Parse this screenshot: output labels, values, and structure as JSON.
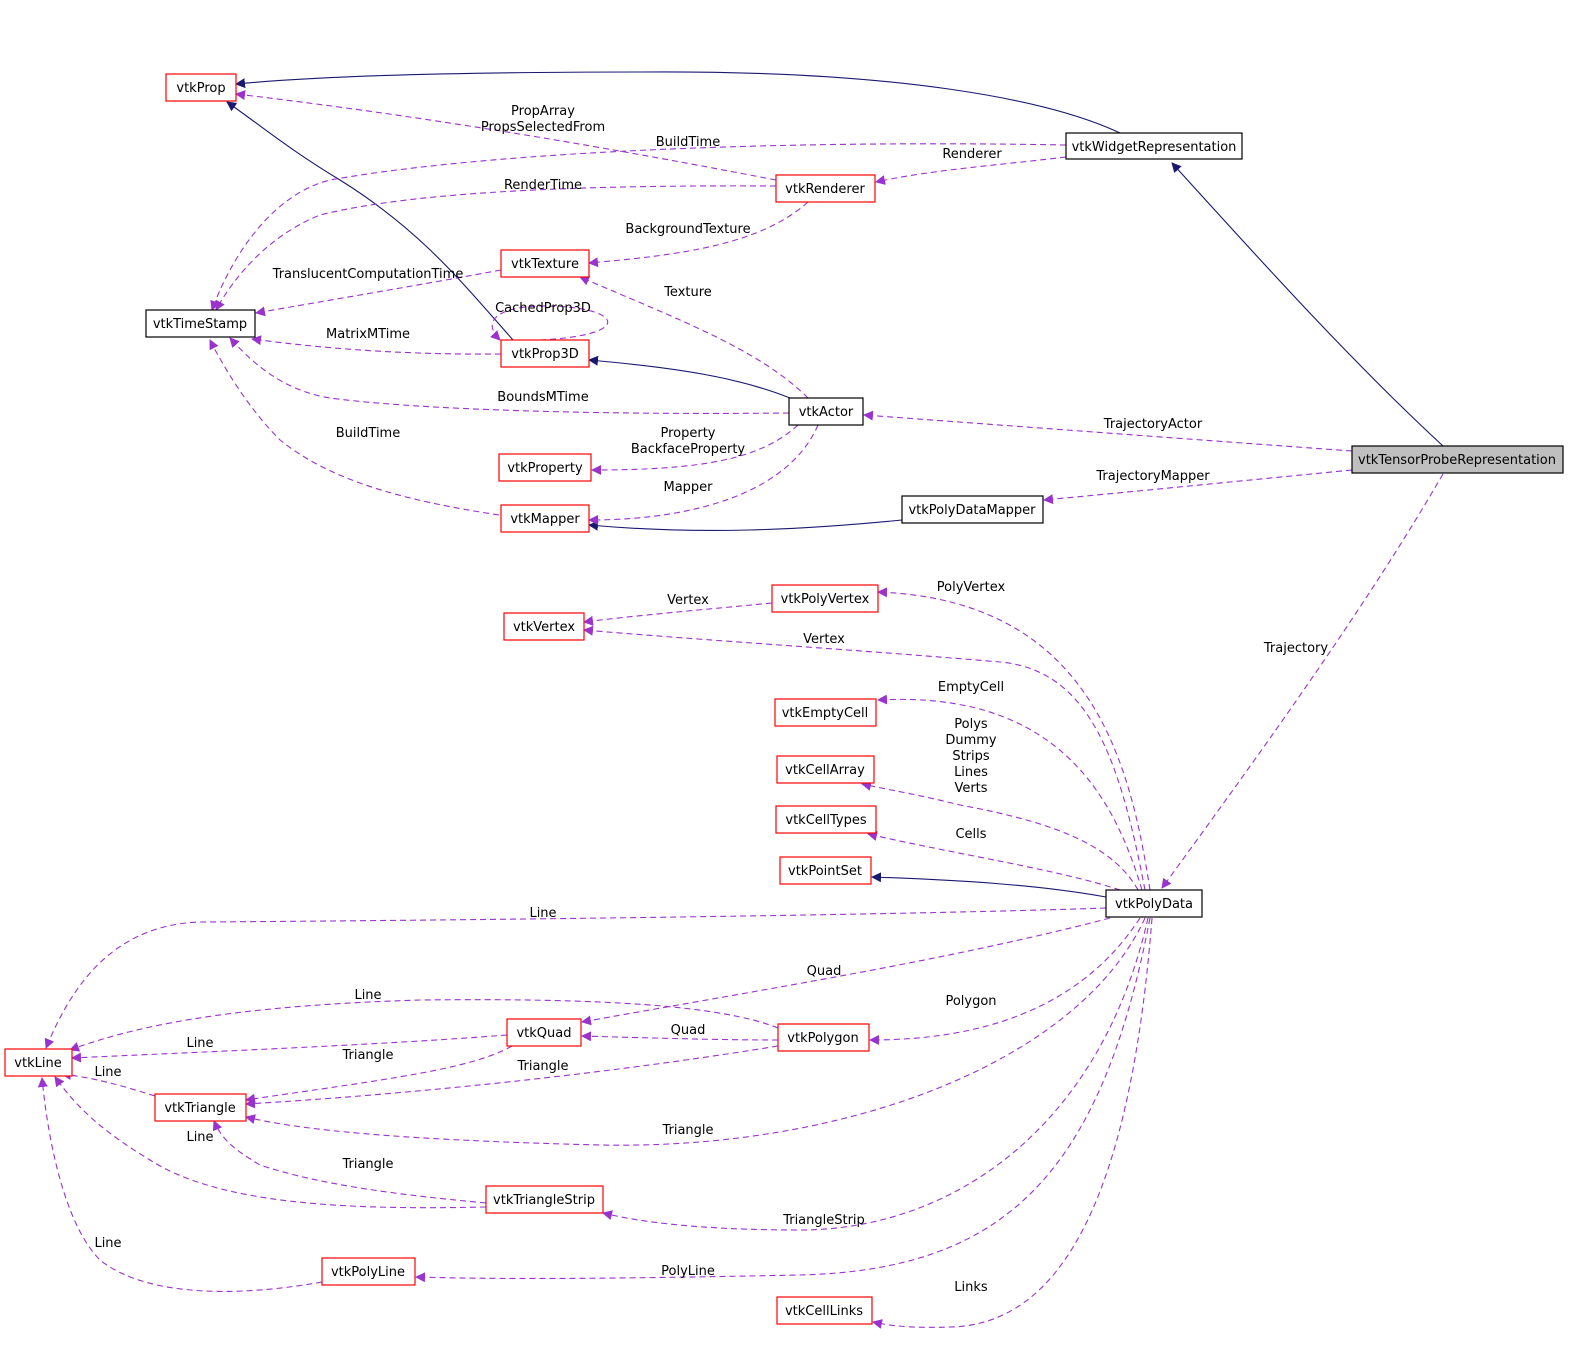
{
  "diagram": {
    "type": "collaboration-graph",
    "colors": {
      "inheritance_edge": "#191970",
      "usage_edge": "#9a32cd",
      "documented_border": "#ff0000",
      "plain_border": "#000000",
      "focus_fill": "#bfbfbf"
    },
    "nodes": {
      "vtkProp": "vtkProp",
      "vtkWidgetRepresentation": "vtkWidgetRepresentation",
      "vtkRenderer": "vtkRenderer",
      "vtkTexture": "vtkTexture",
      "vtkTimeStamp": "vtkTimeStamp",
      "vtkProp3D": "vtkProp3D",
      "vtkActor": "vtkActor",
      "vtkProperty": "vtkProperty",
      "vtkMapper": "vtkMapper",
      "vtkPolyDataMapper": "vtkPolyDataMapper",
      "vtkTensorProbeRepresentation": "vtkTensorProbeRepresentation",
      "vtkPolyVertex": "vtkPolyVertex",
      "vtkVertex": "vtkVertex",
      "vtkEmptyCell": "vtkEmptyCell",
      "vtkCellArray": "vtkCellArray",
      "vtkCellTypes": "vtkCellTypes",
      "vtkPointSet": "vtkPointSet",
      "vtkPolyData": "vtkPolyData",
      "vtkLine": "vtkLine",
      "vtkQuad": "vtkQuad",
      "vtkPolygon": "vtkPolygon",
      "vtkTriangle": "vtkTriangle",
      "vtkTriangleStrip": "vtkTriangleStrip",
      "vtkPolyLine": "vtkPolyLine",
      "vtkCellLinks": "vtkCellLinks"
    },
    "edge_labels": {
      "prop_array": "PropArray",
      "props_selected_from": "PropsSelectedFrom",
      "build_time_top": "BuildTime",
      "renderer": "Renderer",
      "render_time": "RenderTime",
      "background_texture": "BackgroundTexture",
      "translucent_computation_time": "TranslucentComputationTime",
      "texture": "Texture",
      "cached_prop3d": "CachedProp3D",
      "matrix_mtime": "MatrixMTime",
      "bounds_mtime": "BoundsMTime",
      "build_time_left": "BuildTime",
      "property": "Property",
      "backface_property": "BackfaceProperty",
      "mapper": "Mapper",
      "trajectory_actor": "TrajectoryActor",
      "trajectory_mapper": "TrajectoryMapper",
      "trajectory": "Trajectory",
      "poly_vertex": "PolyVertex",
      "vertex_a": "Vertex",
      "vertex_b": "Vertex",
      "empty_cell": "EmptyCell",
      "polys": "Polys",
      "dummy": "Dummy",
      "strips": "Strips",
      "lines": "Lines",
      "verts": "Verts",
      "cells": "Cells",
      "line_long": "Line",
      "quad_a": "Quad",
      "line_polygon": "Line",
      "polygon": "Polygon",
      "quad_b": "Quad",
      "line_quad": "Line",
      "triangle_quad": "Triangle",
      "triangle_polygon": "Triangle",
      "line_triangle": "Line",
      "triangle_polydata": "Triangle",
      "line_strip": "Line",
      "triangle_strip_tri": "Triangle",
      "triangle_strip": "TriangleStrip",
      "line_polyline": "Line",
      "poly_line": "PolyLine",
      "links": "Links"
    }
  }
}
